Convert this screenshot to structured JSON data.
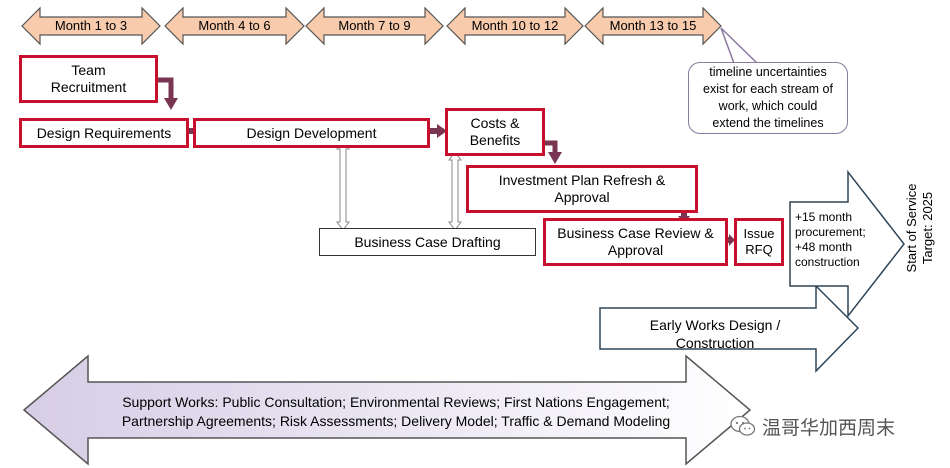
{
  "timeline": {
    "months": [
      "Month 1 to 3",
      "Month 4 to 6",
      "Month 7 to 9",
      "Month 10 to 12",
      "Month 13 to 15"
    ]
  },
  "note": "timeline uncertainties exist for each stream of work, which could extend the timelines",
  "boxes": {
    "team_recruitment": "Team Recruitment",
    "design_requirements": "Design Requirements",
    "design_development": "Design Development",
    "costs_benefits": "Costs & Benefits",
    "investment_plan": "Investment Plan Refresh & Approval",
    "business_case_drafting": "Business Case Drafting",
    "business_case_review": "Business Case Review & Approval",
    "issue_rfq": "Issue RFQ"
  },
  "procurement_note": "+15 month procurement; +48 month construction",
  "start_of_service": [
    "Start of Service",
    "Target: 2025"
  ],
  "early_works": "Early Works Design / Construction",
  "support_works": [
    "Support Works: Public Consultation; Environmental Reviews; First Nations Engagement;",
    "Partnership Agreements; Risk Assessments; Delivery Model; Traffic & Demand Modeling"
  ],
  "watermark": "温哥华加西周末",
  "colors": {
    "month_fill": "#f8cbad",
    "red_border": "#c8102e",
    "connector": "#7a3552",
    "support_fill_start": "#d8d0e6"
  }
}
